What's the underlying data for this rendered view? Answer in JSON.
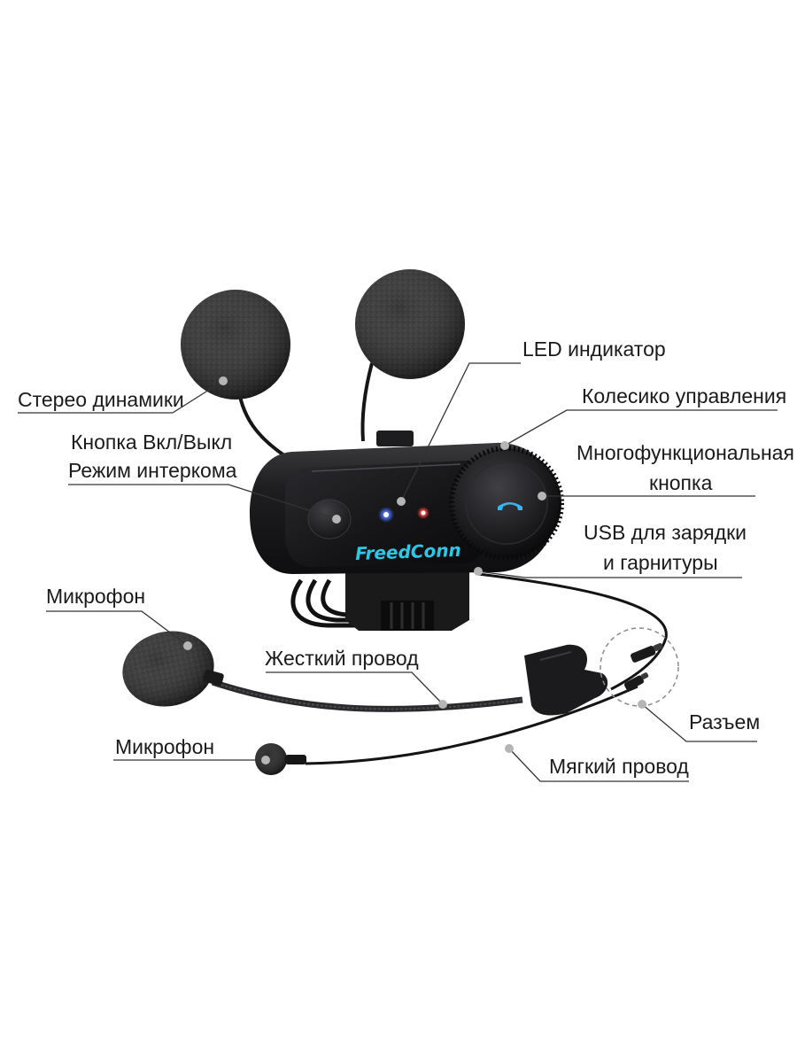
{
  "brand": {
    "logo_text": "FreedConn",
    "logo_color": "#2ec7e6"
  },
  "labels": {
    "stereo_speakers": "Стерео динамики",
    "power_button": "Кнопка Вкл/Выкл",
    "intercom_mode": "Режим интеркома",
    "led_indicator": "LED индикатор",
    "control_wheel": "Колесико управления",
    "multifunction_1": "Многофункциональная",
    "multifunction_2": "кнопка",
    "usb_1": "USB для зарядки",
    "usb_2": "и гарнитуры",
    "microphone_top": "Микрофон",
    "hard_wire": "Жесткий провод",
    "connector": "Разъем",
    "microphone_bottom": "Микрофон",
    "soft_wire": "Мягкий провод"
  },
  "colors": {
    "device_body": "#1c1c1e",
    "led_blue": "#3d6bff",
    "led_red": "#ff3b3b",
    "call_icon": "#35b6f0",
    "leader_line": "#333333",
    "marker_dot": "#b5b5b5"
  },
  "icons": {
    "call_button": "phone-handset-icon"
  }
}
